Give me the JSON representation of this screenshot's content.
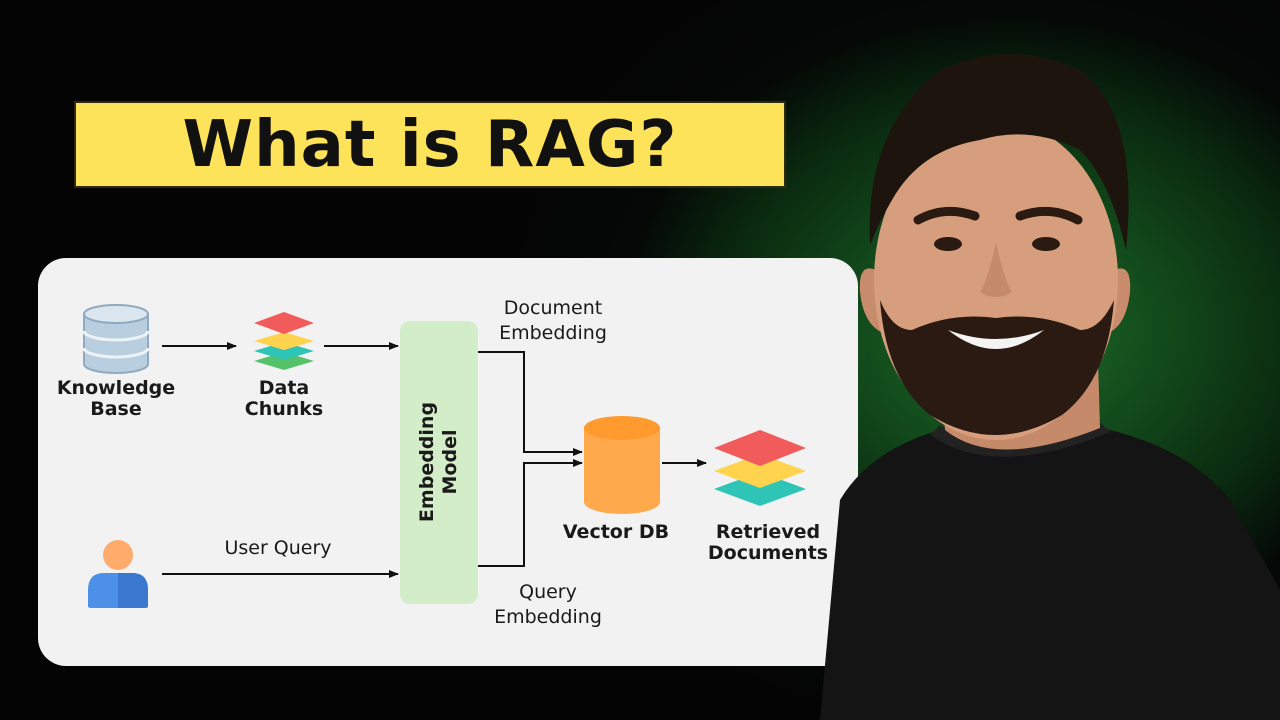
{
  "title": "What is RAG?",
  "diagram": {
    "knowledge_base": [
      "Knowledge",
      "Base"
    ],
    "data_chunks": [
      "Data",
      "Chunks"
    ],
    "embedding_model": [
      "Embedding",
      "Model"
    ],
    "document_embedding": [
      "Document",
      "Embedding"
    ],
    "query_embedding": [
      "Query",
      "Embedding"
    ],
    "user_query": "User Query",
    "vector_db": "Vector DB",
    "retrieved_documents": [
      "Retrieved",
      "Documents"
    ]
  },
  "colors": {
    "banner": "#fde35a",
    "embedding_box": "#d4edc9",
    "vector_db": "#ffa94d",
    "layer_top": "#f15b5b",
    "layer_mid": "#ffd34d",
    "layer_low": "#2ec4b6",
    "user_head": "#ffab6b",
    "user_body": "#4d90e8"
  }
}
